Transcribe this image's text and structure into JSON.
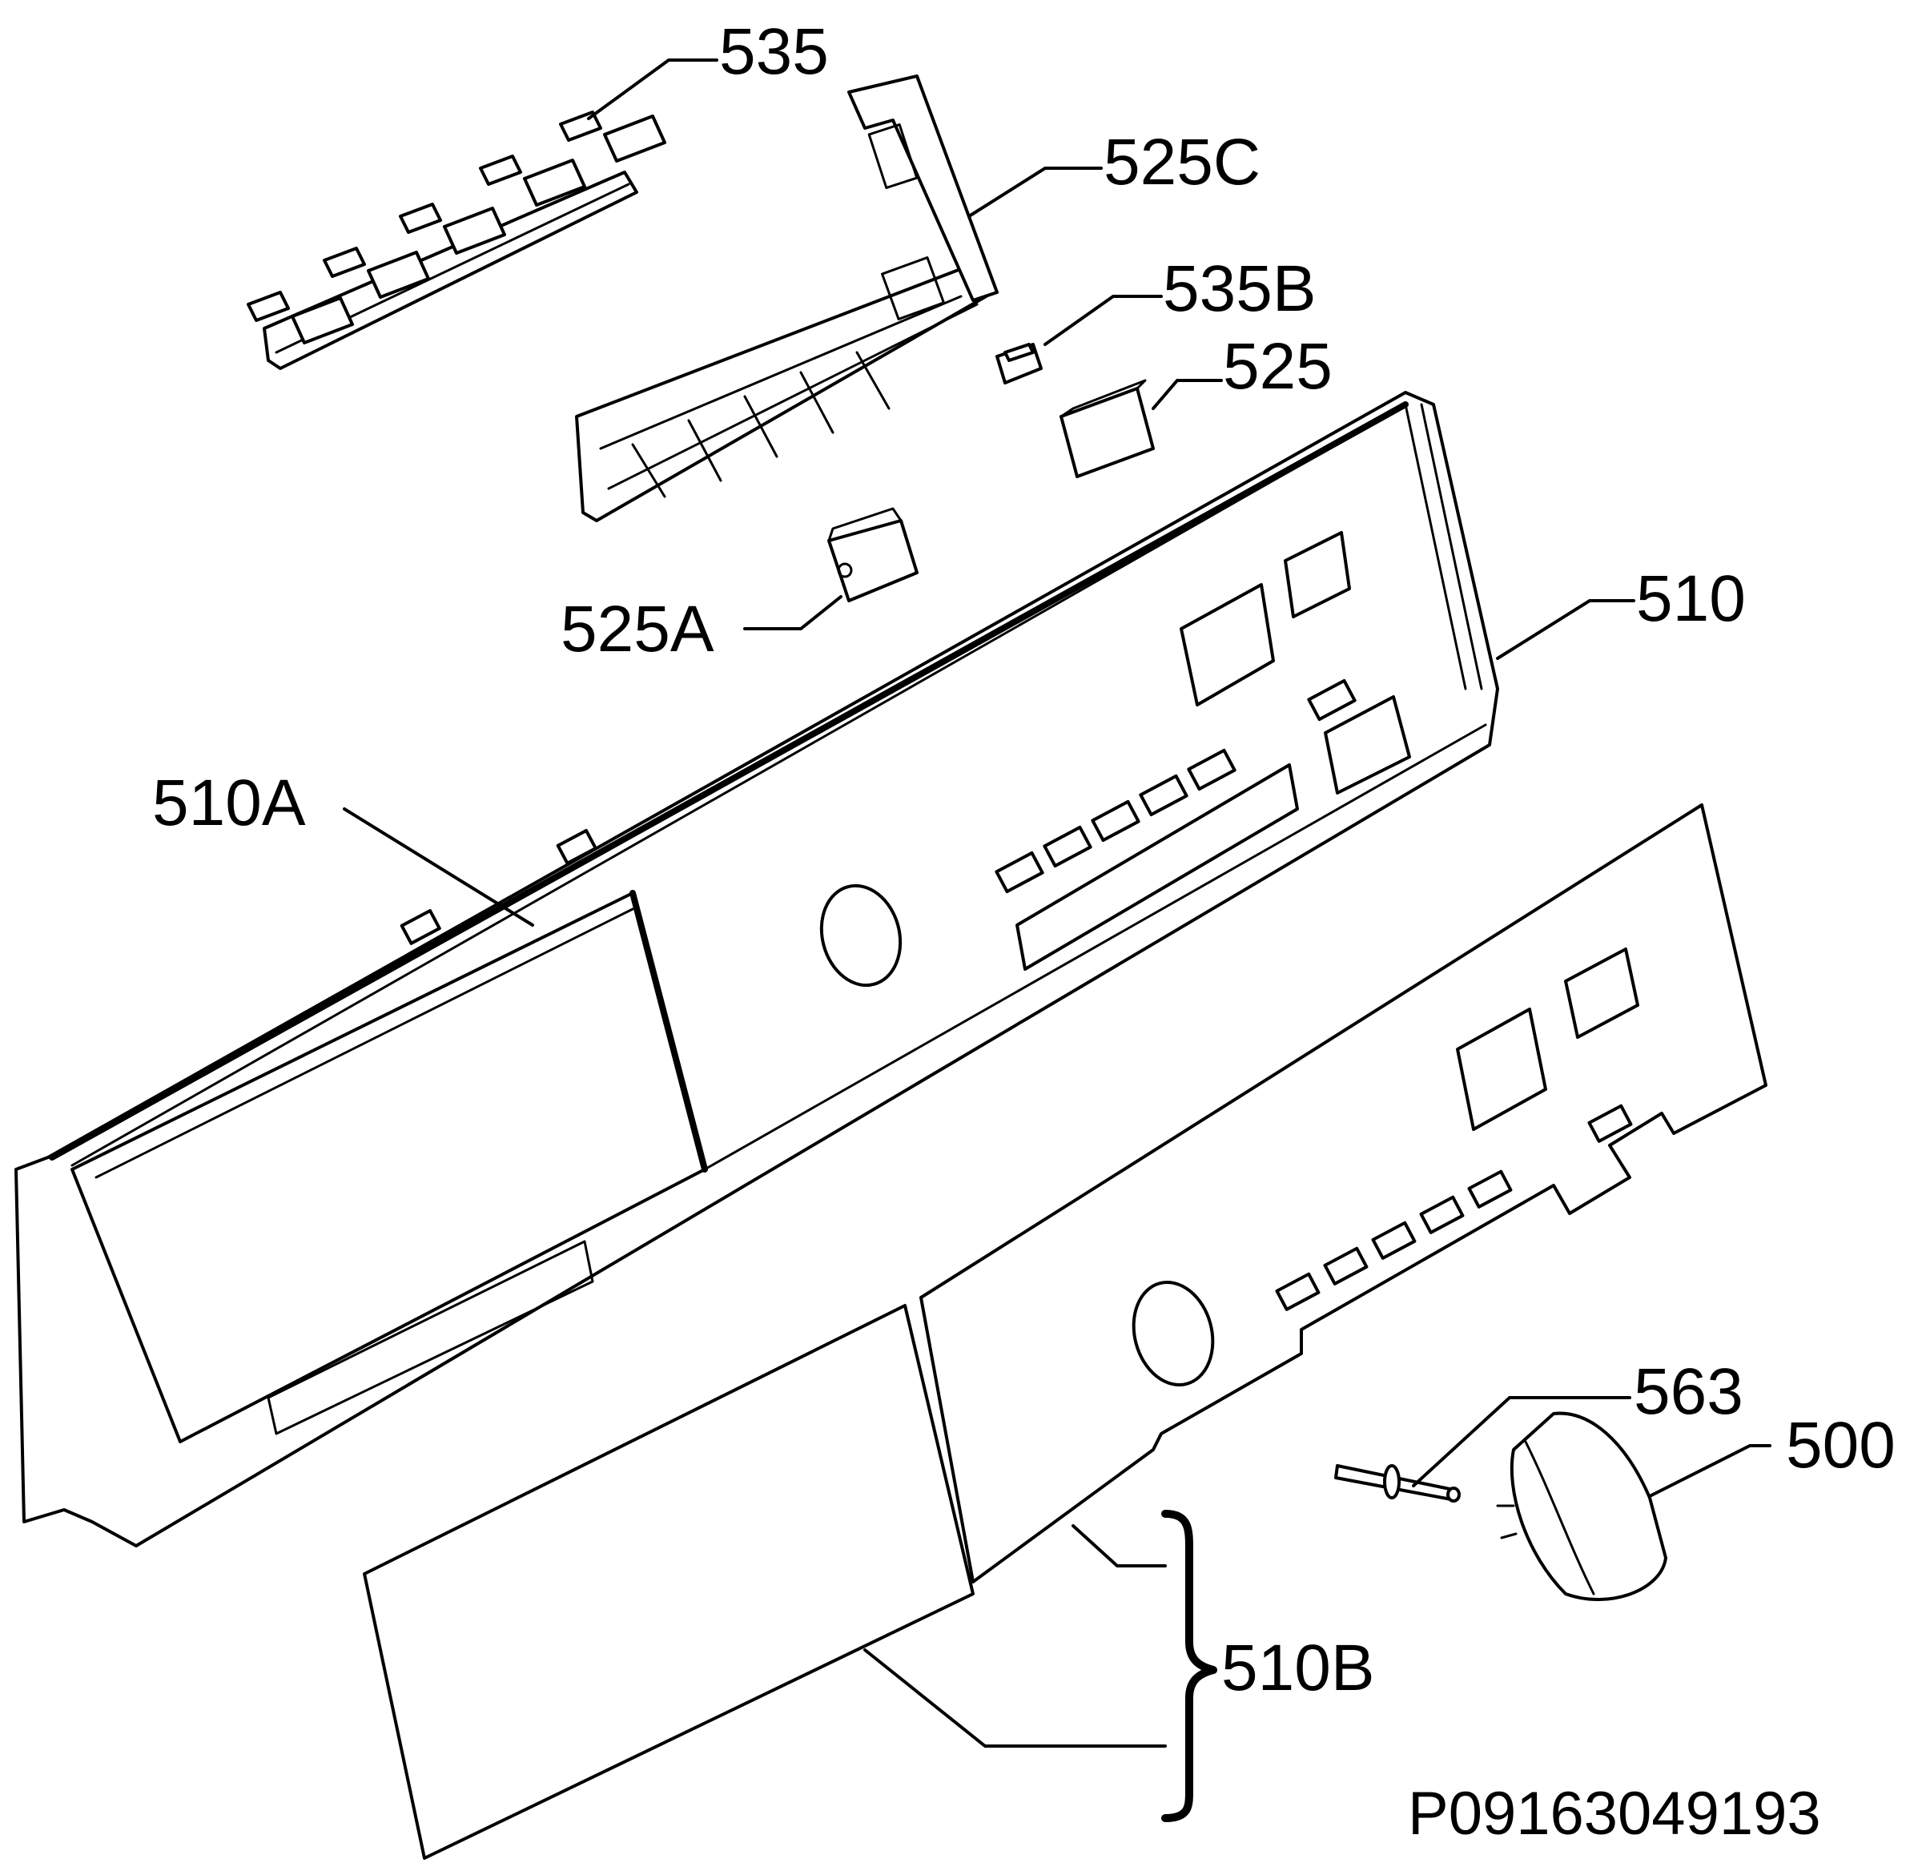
{
  "callouts": {
    "c535": "535",
    "c525C": "525C",
    "c535B": "535B",
    "c525": "525",
    "c510": "510",
    "c525A": "525A",
    "c510A": "510A",
    "c563": "563",
    "c500": "500",
    "c510B": "510B"
  },
  "document_number": "P09163049193"
}
